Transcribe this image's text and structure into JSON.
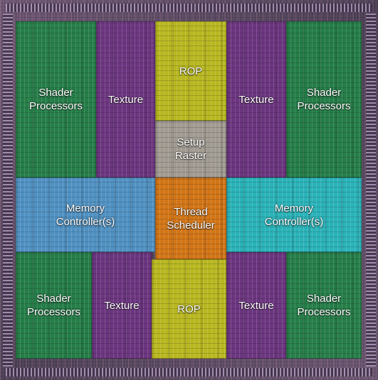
{
  "blocks": {
    "shader_tl": "Shader\nProcessors",
    "texture_tl": "Texture",
    "rop_top": "ROP",
    "texture_tr": "Texture",
    "shader_tr": "Shader\nProcessors",
    "setup_raster": "Setup\nRaster",
    "memory_left": "Memory\nController(s)",
    "thread_scheduler": "Thread\nScheduler",
    "memory_right": "Memory\nController(s)",
    "shader_bl": "Shader\nProcessors",
    "texture_bl": "Texture",
    "rop_bottom": "ROP",
    "texture_br": "Texture",
    "shader_br": "Shader\nProcessors"
  },
  "colors": {
    "shader": "#22824a",
    "texture": "#6e3482",
    "rop": "#bebe1e",
    "setup_raster": "#a5a096",
    "memory_left": "#5096c8",
    "memory_right": "#28b9be",
    "thread_scheduler": "#d77814"
  }
}
